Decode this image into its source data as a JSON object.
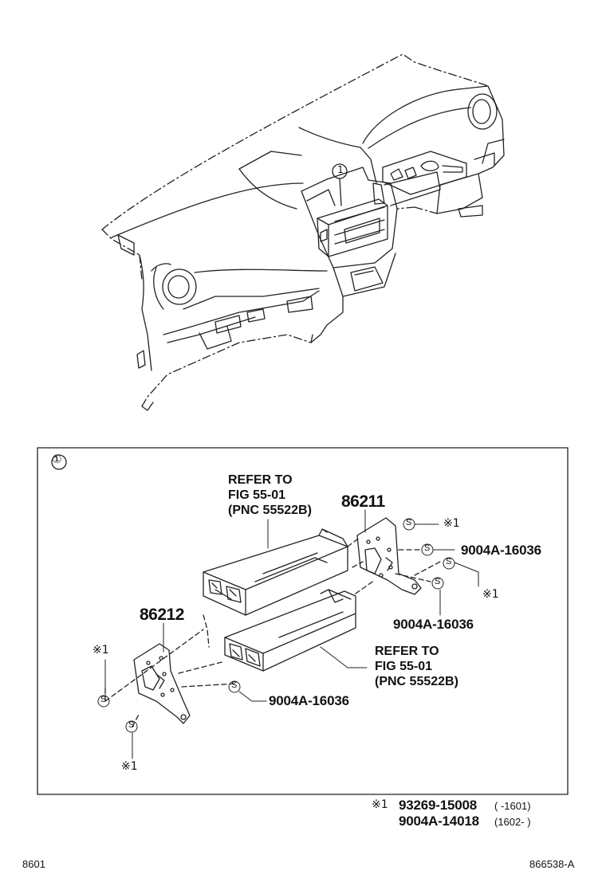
{
  "callout_key": "①",
  "labels": {
    "refer_top": "REFER TO\nFIG 55-01\n(PNC 55522B)",
    "refer_bottom": "REFER TO\nFIG 55-01\n(PNC 55522B)",
    "part_86211": "86211",
    "part_86212": "86212",
    "screw_a": "9004A-16036",
    "screw_b": "9004A-16036",
    "screw_c": "9004A-16036",
    "note_mark": "※1"
  },
  "legend": {
    "mark": "※1",
    "row1_part": "93269-15008",
    "row1_range": "(      -1601)",
    "row2_part": "9004A-14018",
    "row2_range": "(1602-      )"
  },
  "footer": {
    "left_code": "8601",
    "right_code": "866538-A"
  },
  "screw_symbol": "S"
}
